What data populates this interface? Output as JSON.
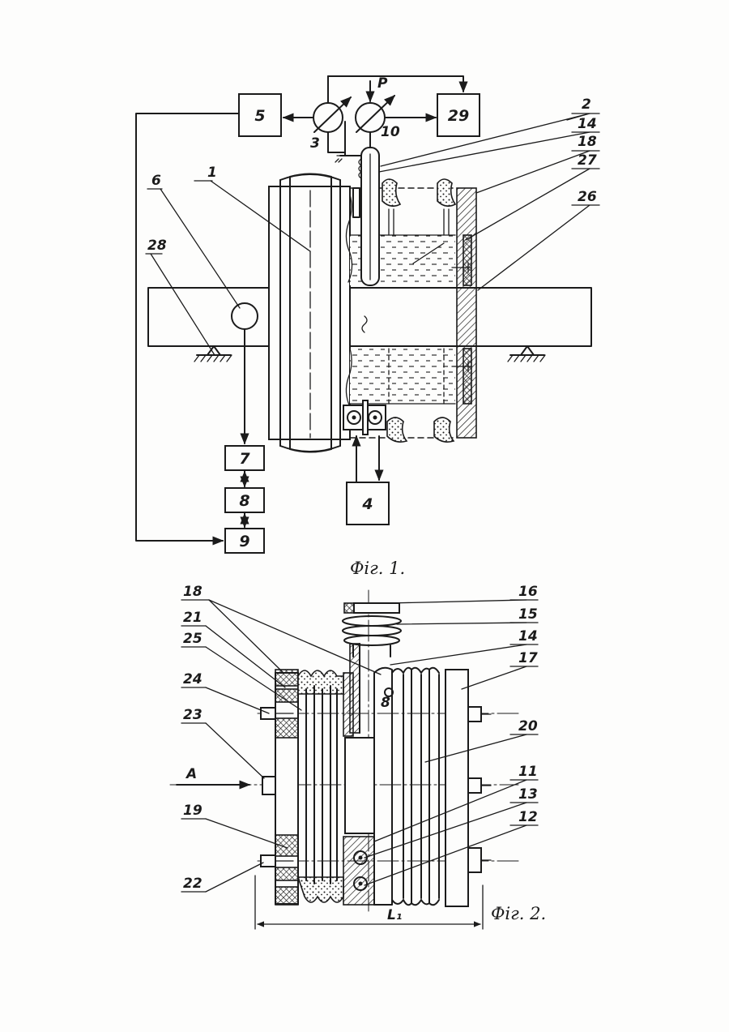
{
  "fig1": {
    "caption": "Фіг. 1.",
    "blocks": {
      "b5": "5",
      "b29": "29",
      "b7": "7",
      "b8": "8",
      "b9": "9",
      "b4": "4"
    },
    "labels": {
      "l1": "1",
      "l2": "2",
      "l3": "3",
      "l6": "6",
      "l10": "10",
      "l14": "14",
      "l18": "18",
      "l26": "26",
      "l27": "27",
      "l28": "28",
      "lP": "P"
    }
  },
  "fig2": {
    "caption": "Фіг. 2.",
    "labels": {
      "l8": "8",
      "l11": "11",
      "l12": "12",
      "l13": "13",
      "l14": "14",
      "l15": "15",
      "l16": "16",
      "l17": "17",
      "l18": "18",
      "l19": "19",
      "l20": "20",
      "l21": "21",
      "l22": "22",
      "l23": "23",
      "l24": "24",
      "l25": "25",
      "lA": "A",
      "lL1": "L₁"
    }
  }
}
